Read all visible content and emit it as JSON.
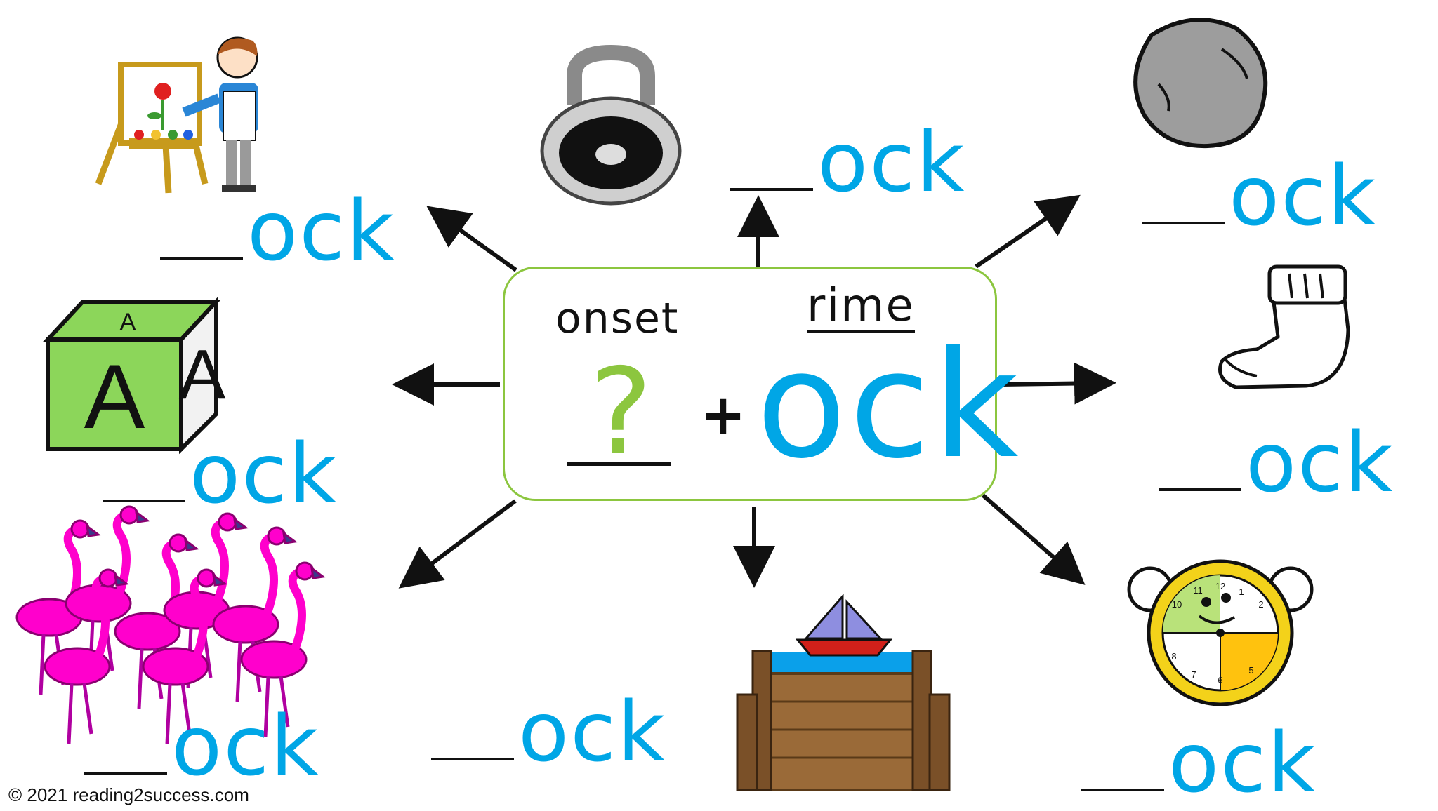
{
  "center": {
    "onset_label": "onset",
    "rime_label": "rime",
    "question": "?",
    "plus": "+",
    "rime": "ock"
  },
  "words": [
    {
      "id": "smock",
      "rime": "ock"
    },
    {
      "id": "lock",
      "rime": "ock"
    },
    {
      "id": "rock",
      "rime": "ock"
    },
    {
      "id": "block",
      "rime": "ock"
    },
    {
      "id": "sock",
      "rime": "ock"
    },
    {
      "id": "flock",
      "rime": "ock"
    },
    {
      "id": "dock",
      "rime": "ock"
    },
    {
      "id": "clock",
      "rime": "ock"
    }
  ],
  "pictures": {
    "block_letter": "A",
    "clock_numbers": [
      "12",
      "1",
      "2",
      "5",
      "6",
      "7",
      "8",
      "10",
      "11"
    ]
  },
  "footer": {
    "copyright": "© 2021 reading2success.com"
  },
  "colors": {
    "rime": "#00a6e6",
    "onset_question": "#8cc63f",
    "box_border": "#8cc63f",
    "flamingo": "#ff00cc"
  }
}
